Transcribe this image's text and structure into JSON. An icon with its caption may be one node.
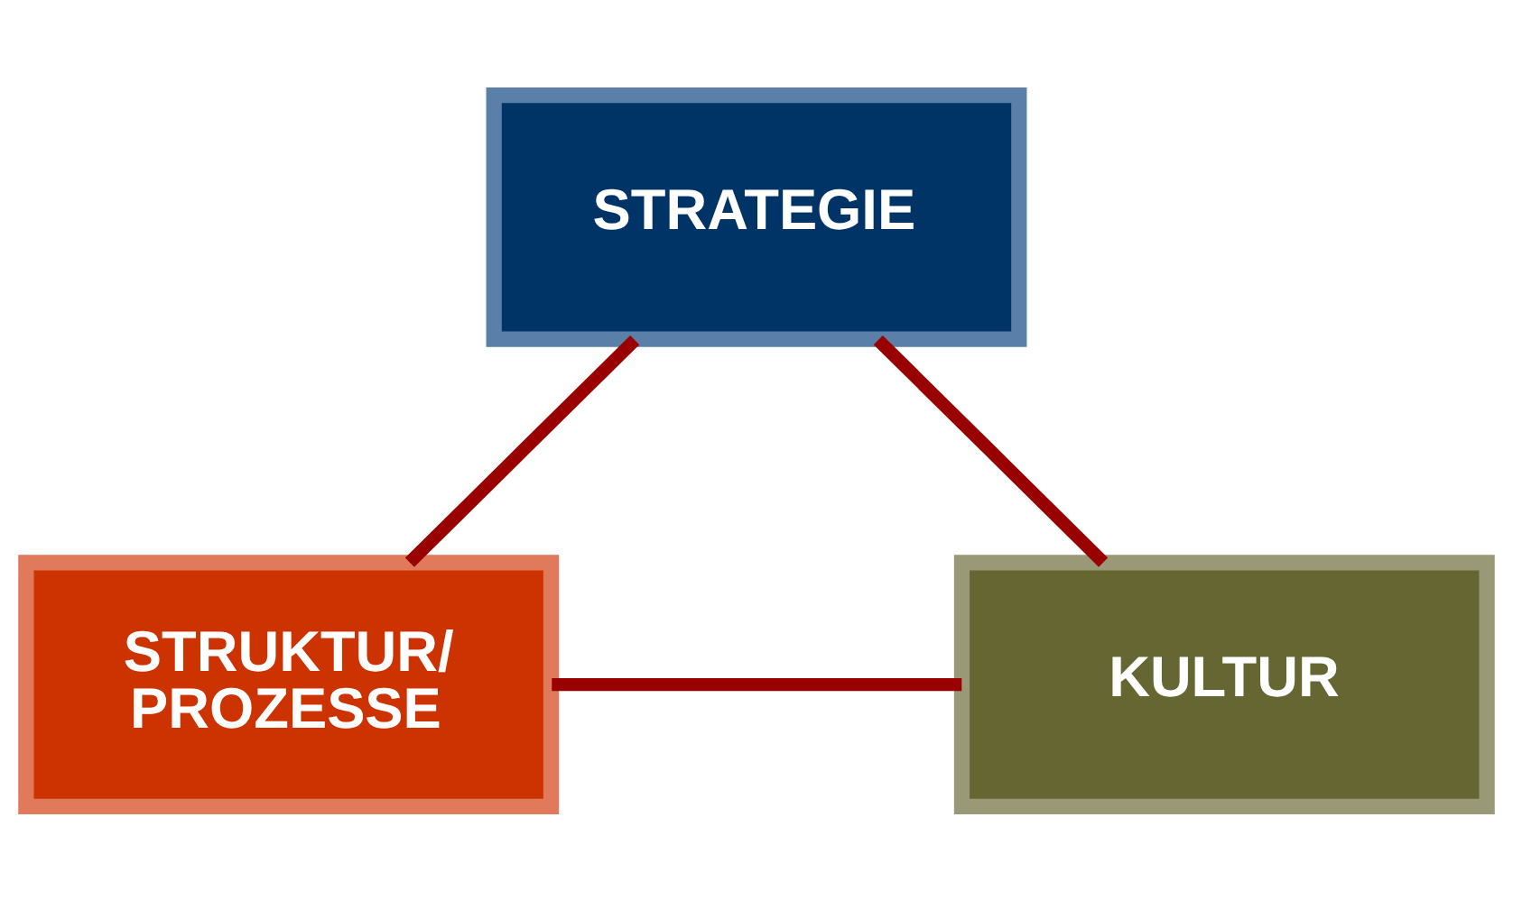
{
  "diagram": {
    "nodes": [
      {
        "text": [
          "STRATEGIE"
        ]
      },
      {
        "text": [
          "KULTUR"
        ]
      },
      {
        "text": [
          "STRUKTUR/ PROZESSE"
        ]
      }
    ],
    "edges": [
      {
        "from": 0,
        "to": 2,
        "arrow": "none"
      },
      {
        "from": 2,
        "to": 1,
        "arrow": "none"
      },
      {
        "from": 1,
        "to": 0,
        "arrow": "none"
      }
    ]
  }
}
